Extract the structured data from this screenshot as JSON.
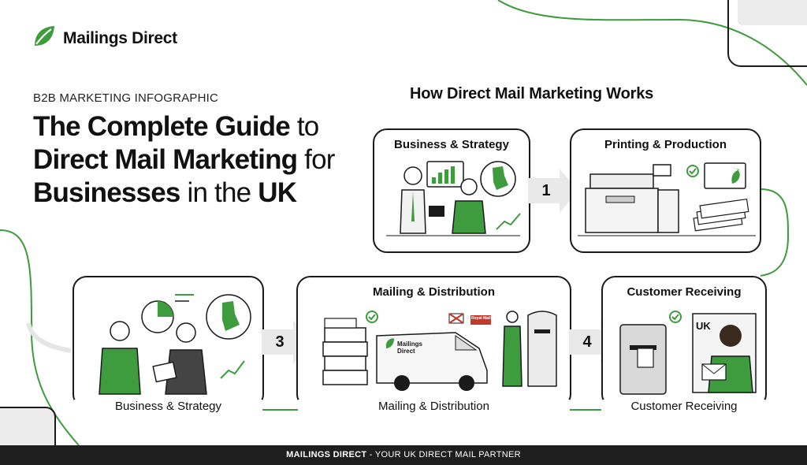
{
  "brand": {
    "name": "Mailings Direct",
    "accent": "#3e9b3e",
    "dark": "#1a1a1a"
  },
  "header": {
    "kicker": "B2B MARKETING INFOGRAPHIC",
    "headline": {
      "line1_bold": "The Complete Guide",
      "line1_light": " to",
      "line2_bold": "Direct Mail Marketing",
      "line2_light": " for",
      "line3_bold": "Businesses",
      "line3_light": " in the ",
      "line3_bold2": "UK"
    }
  },
  "process": {
    "title": "How Direct Mail Marketing Works",
    "steps": [
      {
        "title": "Business & Strategy"
      },
      {
        "title": "Printing & Production"
      },
      {
        "caption": "Business & Strategy"
      },
      {
        "title": "Mailing & Distribution",
        "caption": "Mailing & Distribution",
        "van_text": "Mailings Direct",
        "royal_mail_label": "Royal Mail"
      },
      {
        "title": "Customer Receiving",
        "caption": "Customer Receiving",
        "sign_text": "UK"
      }
    ],
    "arrows": [
      "1",
      "3",
      "4"
    ],
    "icons": [
      "check-icon",
      "leaf-icon",
      "uk-map-icon",
      "bar-chart-icon",
      "pie-chart-icon",
      "envelope-icon",
      "printer-icon",
      "van-icon",
      "postbox-icon"
    ]
  },
  "footer": {
    "brand": "MAILINGS DIRECT",
    "tagline": " - YOUR UK DIRECT MAIL PARTNER"
  }
}
